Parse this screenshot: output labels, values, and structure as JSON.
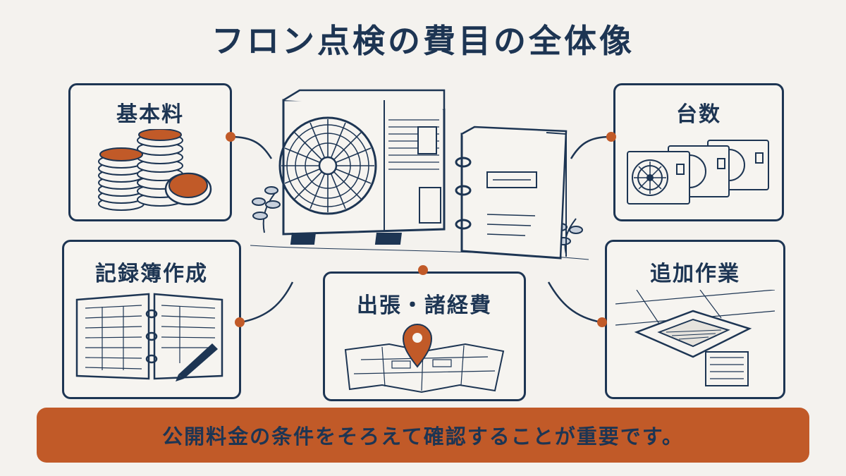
{
  "title": "フロン点検の費目の全体像",
  "items": {
    "base_fee": "基本料",
    "unit_count": "台数",
    "logbook": "記録簿作成",
    "travel": "出張・諸経費",
    "additional": "追加作業"
  },
  "footer": "公開料金の条件をそろえて確認することが重要です。",
  "colors": {
    "navy": "#1d3553",
    "accent": "#c15a28",
    "background": "#f4f2ee"
  }
}
